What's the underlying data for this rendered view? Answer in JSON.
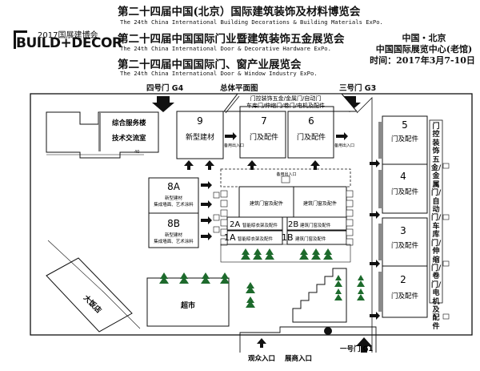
{
  "logo": {
    "year_text": "2017国展建博会",
    "brand_text": "BUILD+DECOR"
  },
  "titles": [
    {
      "cn": "第二十四届中国(北京）国际建筑装饰及材料博览会",
      "en": "The 24th China International Building Decorations & Building Materials ExPo."
    },
    {
      "cn": "第二十四届中国国际门业暨建筑装饰五金展览会",
      "en": "The 24th China International Door & Decorative Hardware ExPo."
    },
    {
      "cn": "第二十四届中国国际门、窗产业展览会",
      "en": "The 24th China International Door & Window Industry ExPo."
    }
  ],
  "venue": {
    "city": "中国・北京",
    "name": "中国国际展览中心(老馆)",
    "dates": "时间：2017年3月7-10日"
  },
  "plan": {
    "gate_g4": "四号门 G4",
    "plan_title": "总体平面图",
    "gate_g3": "三号门 G3",
    "top_banner_line1": "门控装饰五金/金属门/自动门",
    "top_banner_line2": "车库门/伸缩门/卷门/电机及配件",
    "service_building": "综合服务楼",
    "tech_room": "技术交流室",
    "hall9_num": "9",
    "hall9_label": "新型建材",
    "hall7_num": "7",
    "hall7_label": "门及配件",
    "hall6_num": "6",
    "hall6_label": "门及配件",
    "standby_exit": "备用出入口",
    "hall8a_num": "8A",
    "hall8a_line1": "新型建材",
    "hall8a_line2": "集成墙面、艺术涂料",
    "hall8b_num": "8B",
    "hall8b_line1": "新型建材",
    "hall8b_line2": "集成墙面、艺术涂料",
    "central_upper_left": "建筑门窗及配件",
    "central_upper_right": "建筑门窗及配件",
    "hall2a_num": "2A",
    "hall2a_label": "智能晾衣架及配件",
    "hall2b_num": "2B",
    "hall2b_label": "建筑门窗及配件",
    "hall1a_num": "1A",
    "hall1a_label": "智能晾衣架及配件",
    "hall1b_num": "1B",
    "hall1b_label": "建筑门窗及配件",
    "hall5_num": "5",
    "hall5_label": "门及配件",
    "hall4_num": "4",
    "hall4_label": "门及配件",
    "hall3_num": "3",
    "hall3_label": "门及配件",
    "hall2_num": "2",
    "hall2_label": "门及配件",
    "side_banner": "门控装饰五金/金属门/自动门/车库门/伸缩门/卷门/电机及配件",
    "hotel": "大饭店",
    "supermarket": "超市",
    "visitor_entrance": "观众入口",
    "exhibitor_entrance": "展商入口",
    "gate_g1": "一号门 G1",
    "scale_mark": "40"
  }
}
